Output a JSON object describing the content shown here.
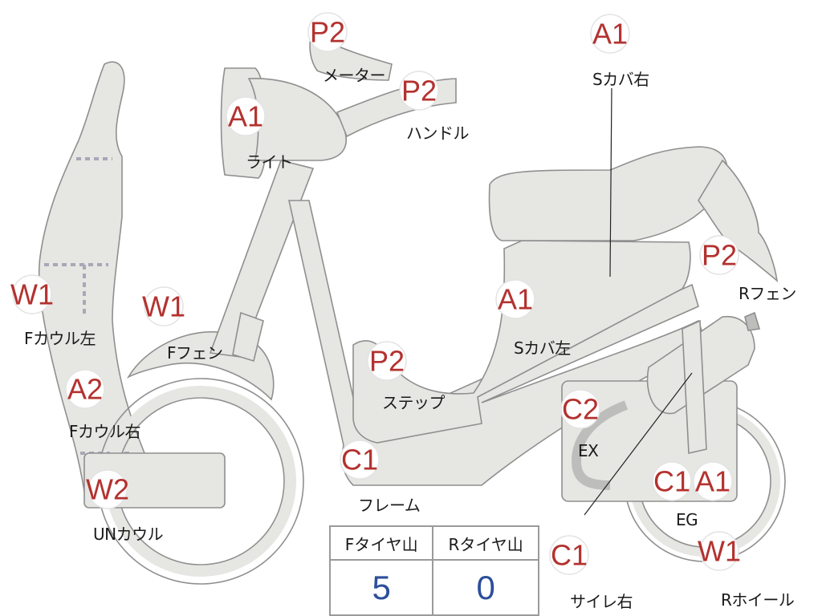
{
  "badges": [
    {
      "id": "meter",
      "code": "P2"
    },
    {
      "id": "handle",
      "code": "P2"
    },
    {
      "id": "light",
      "code": "A1"
    },
    {
      "id": "s-cover-right",
      "code": "A1"
    },
    {
      "id": "f-cowl-left",
      "code": "W1"
    },
    {
      "id": "f-fender",
      "code": "W1"
    },
    {
      "id": "f-cowl-right",
      "code": "A2"
    },
    {
      "id": "un-cowl",
      "code": "W2"
    },
    {
      "id": "s-cover-left",
      "code": "A1"
    },
    {
      "id": "step",
      "code": "P2"
    },
    {
      "id": "r-fender",
      "code": "P2"
    },
    {
      "id": "ex",
      "code": "C2"
    },
    {
      "id": "frame",
      "code": "C1"
    },
    {
      "id": "eg-c",
      "code": "C1"
    },
    {
      "id": "eg-a",
      "code": "A1"
    },
    {
      "id": "silencer-right",
      "code": "C1"
    },
    {
      "id": "r-wheel",
      "code": "W1"
    }
  ],
  "labels": {
    "meter": "メーター",
    "handle": "ハンドル",
    "light": "ライト",
    "s_cover_right": "Sカバ右",
    "f_cowl_left": "Fカウル左",
    "f_fender": "Fフェン",
    "f_cowl_right": "Fカウル右",
    "un_cowl": "UNカウル",
    "s_cover_left": "Sカバ左",
    "step": "ステップ",
    "r_fender": "Rフェン",
    "ex": "EX",
    "frame": "フレーム",
    "eg": "EG",
    "silencer_right": "サイレ右",
    "r_wheel": "Rホイール"
  },
  "tire_table": {
    "headers": [
      "Fタイヤ山",
      "Rタイヤ山"
    ],
    "values": [
      "5",
      "0"
    ]
  },
  "colors": {
    "part_fill": "#e6e6e3",
    "part_outline": "#8f8f8f",
    "code_text": "#b3322f",
    "value_text": "#2c4f9a"
  }
}
